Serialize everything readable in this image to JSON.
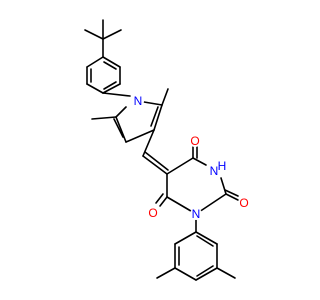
{
  "colors": {
    "N": "#0000ff",
    "O": "#ff0000",
    "H": "#0000ff",
    "bond": "#000000",
    "background": "#ffffff"
  },
  "atom_labels": {
    "pyrrole_N": "N",
    "lower_N": "N",
    "NH_N": "N",
    "NH_H": "H",
    "O_top": "O",
    "O_left": "O",
    "O_right": "O"
  }
}
